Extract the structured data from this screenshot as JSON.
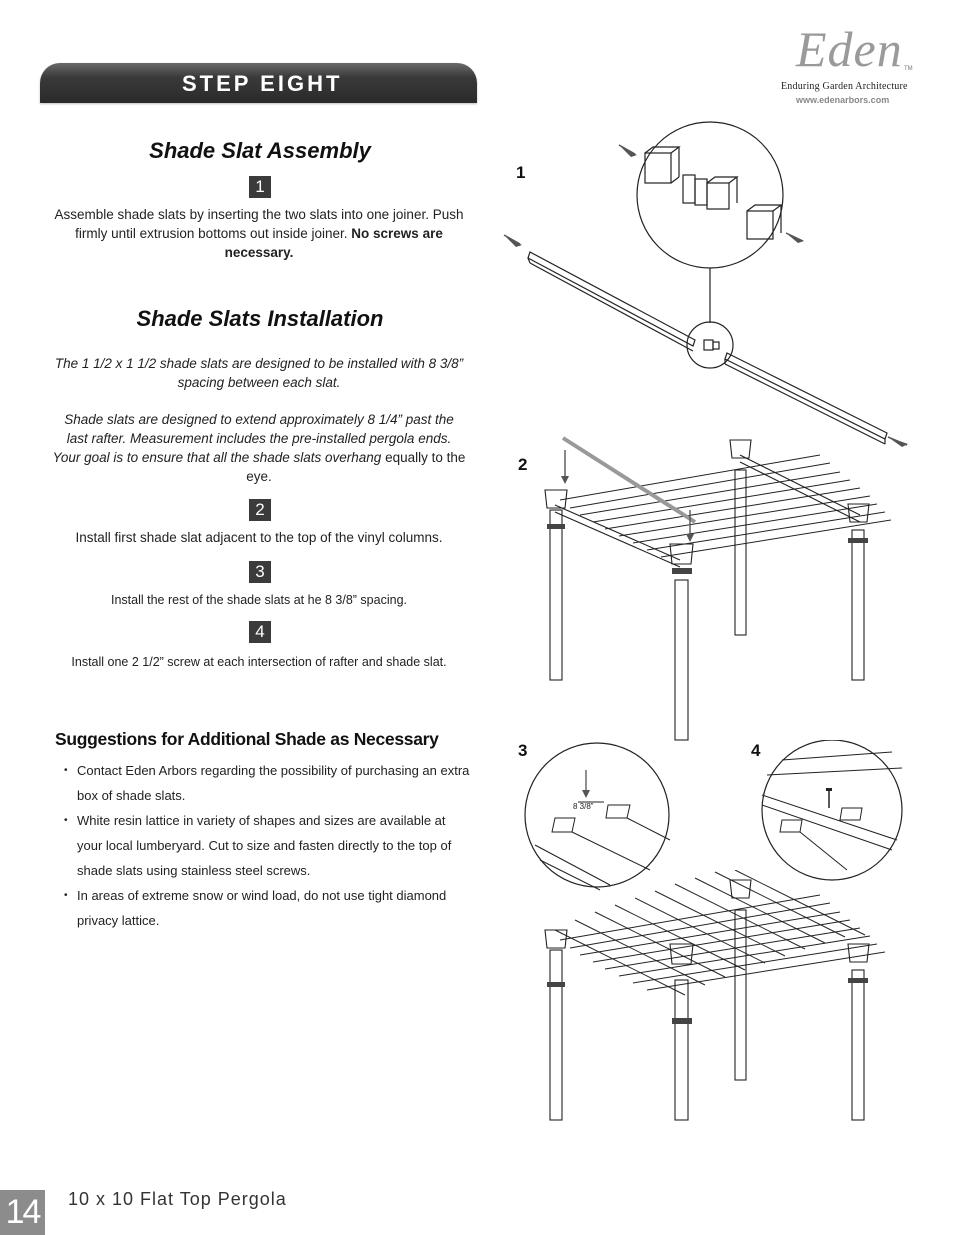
{
  "header": {
    "step_title": "STEP EIGHT",
    "logo_word": "Eden",
    "logo_tm": "TM",
    "logo_tagline": "Enduring Garden Architecture",
    "logo_url": "www.edenarbors.com"
  },
  "assembly": {
    "heading": "Shade Slat Assembly",
    "step_number": "1",
    "text": "Assemble shade slats by inserting the two slats into one joiner. Push firmly until extrusion bottoms out inside joiner.",
    "text_bold": "No screws are necessary."
  },
  "installation": {
    "heading": "Shade Slats Installation",
    "intro_1": "The 1 1/2 x 1 1/2 shade slats are designed to be installed with 8 3/8” spacing between each slat.",
    "intro_2": "Shade slats are designed to extend approximately 8 1/4” past the last rafter.  Measurement includes the pre-installed pergola ends.  Your goal is to ensure that all the shade slats overhang",
    "intro_2_end": "equally to the eye.",
    "steps": [
      {
        "number": "2",
        "text": "Install first shade slat adjacent to the top of the vinyl columns."
      },
      {
        "number": "3",
        "text": "Install the rest of the shade slats at he 8 3/8” spacing."
      },
      {
        "number": "4",
        "text": "Install one 2 1/2” screw at each intersection of rafter and shade slat."
      }
    ]
  },
  "suggestions": {
    "heading": "Suggestions for Additional Shade as Necessary",
    "items": [
      "Contact Eden Arbors regarding the possibility of purchasing an extra box of shade slats.",
      "White resin lattice in variety of shapes and sizes are available at your local lumberyard.  Cut to size and fasten directly to the top of shade slats using stainless steel screws.",
      "In areas of extreme snow or wind load, do not use tight diamond privacy lattice."
    ]
  },
  "figures": {
    "fig1": "1",
    "fig2": "2",
    "fig3": "3",
    "fig4": "4",
    "spacing_label": "8 3/8”"
  },
  "footer": {
    "page_number": "14",
    "title": "10 x 10 Flat Top Pergola"
  }
}
